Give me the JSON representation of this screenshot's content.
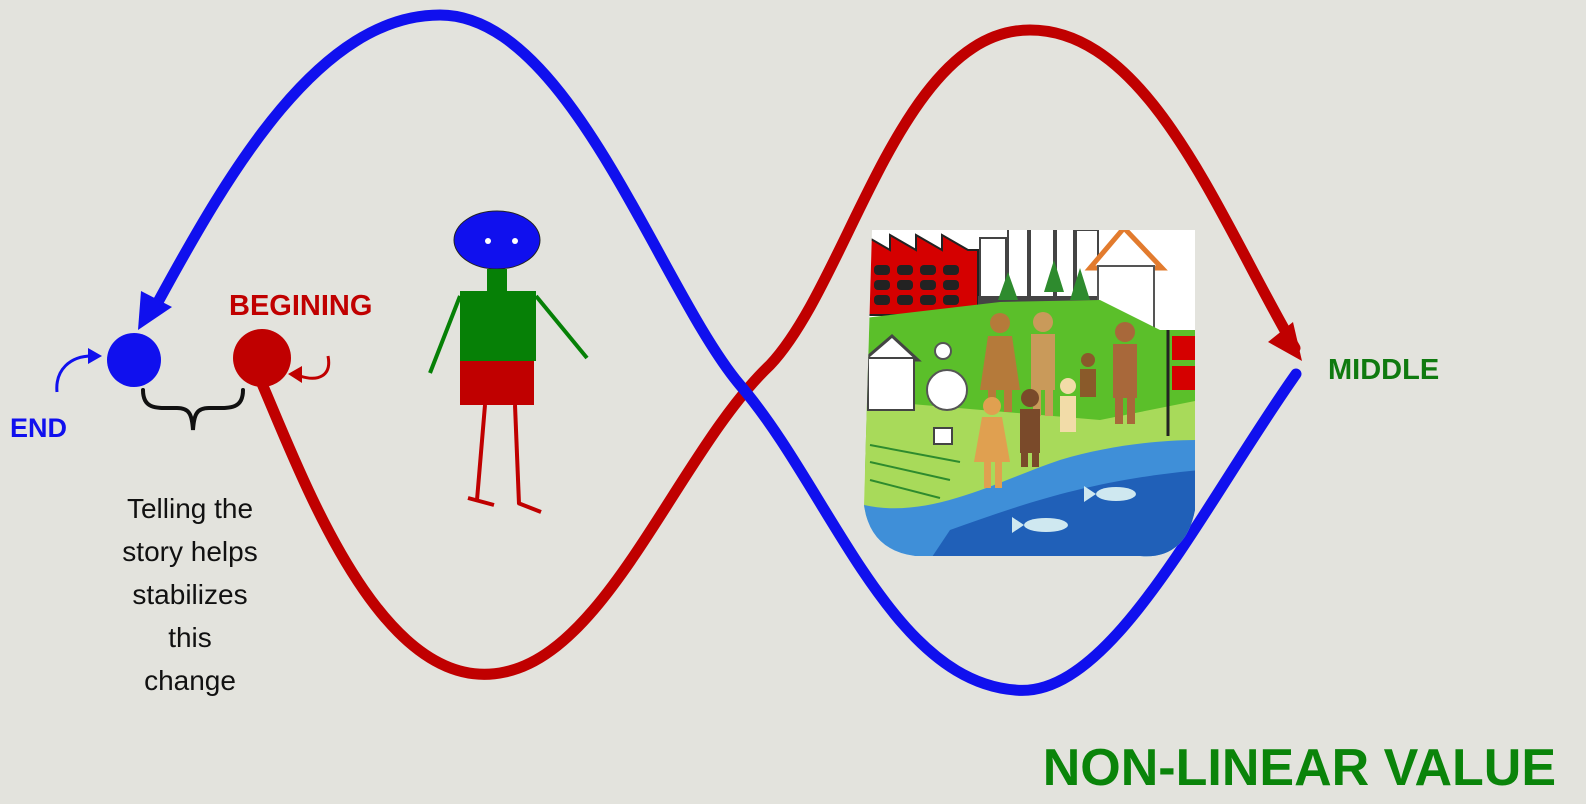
{
  "labels": {
    "end": "END",
    "beginning": "BEGINING",
    "middle": "MIDDLE"
  },
  "caption": {
    "lines": [
      "Telling the",
      "story helps",
      "stabilizes",
      "this",
      "change"
    ]
  },
  "title": "NON-LINEAR VALUE",
  "colors": {
    "background": "#e3e3dd",
    "blue": "#1010ee",
    "red": "#c00000",
    "green": "#0f7a0f",
    "title_green": "#0a840a"
  },
  "icons": {
    "figure": "stick-figure-icon",
    "community": "community-environment-illustration"
  }
}
